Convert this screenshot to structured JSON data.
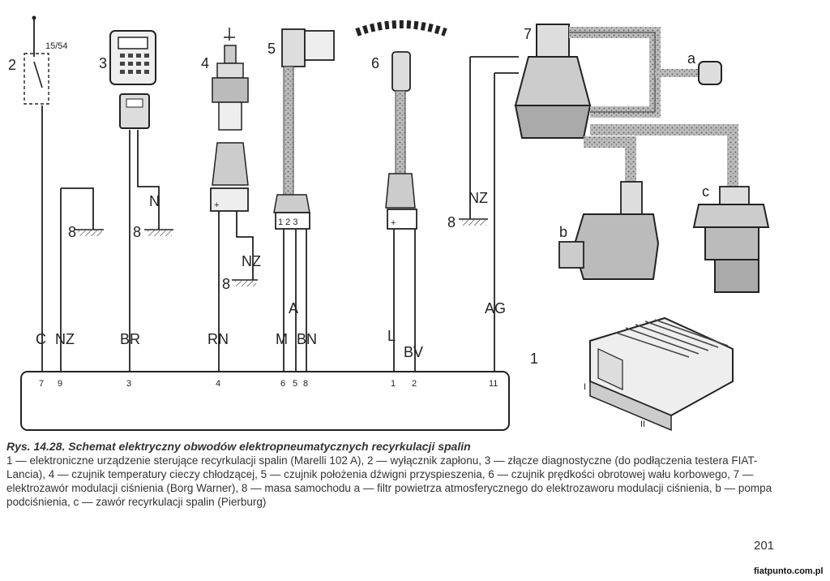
{
  "diagram": {
    "top_label_15_54": "15/54",
    "component_numbers": [
      "1",
      "2",
      "3",
      "4",
      "5",
      "6",
      "7"
    ],
    "letters": {
      "a": "a",
      "b": "b",
      "c": "c"
    },
    "ground_label": "8",
    "wire_labels": {
      "C": "C",
      "NZ": "NZ",
      "BR": "BR",
      "RN": "RN",
      "M": "M",
      "A": "A",
      "BN": "BN",
      "L": "L",
      "BV": "BV",
      "AG": "AG",
      "N": "N"
    },
    "pin_numbers": [
      "7",
      "9",
      "3",
      "4",
      "6",
      "5",
      "8",
      "1",
      "2",
      "11"
    ],
    "sensor5_pins": "1 2 3",
    "plus_sign": "+",
    "ecu_marks": {
      "i": "I",
      "ii": "II"
    }
  },
  "caption": {
    "title": "Rys. 14.28. Schemat elektryczny obwodów elektropneumatycznych recyrkulacji spalin",
    "body": "1 — elektroniczne urządzenie sterujące recyrkulacji spalin (Marelli 102 A), 2 — wyłącznik zapłonu, 3 — złącze diagnostyczne (do podłączenia testera FIAT-Lancia), 4 — czujnik temperatury cieczy chłodzącej, 5 — czujnik położenia dźwigni przyspieszenia, 6 — czujnik prędkości obrotowej wału korbowego, 7 — elektrozawór modulacji ciśnienia (Borg Warner), 8 — masa samochodu a — filtr powietrza atmosferycznego do elektrozaworu modulacji ciśnienia, b — pompa podciśnienia, c — zawór recyrkulacji spalin (Pierburg)"
  },
  "page_number": "201",
  "site": "fiatpunto.com.pl"
}
